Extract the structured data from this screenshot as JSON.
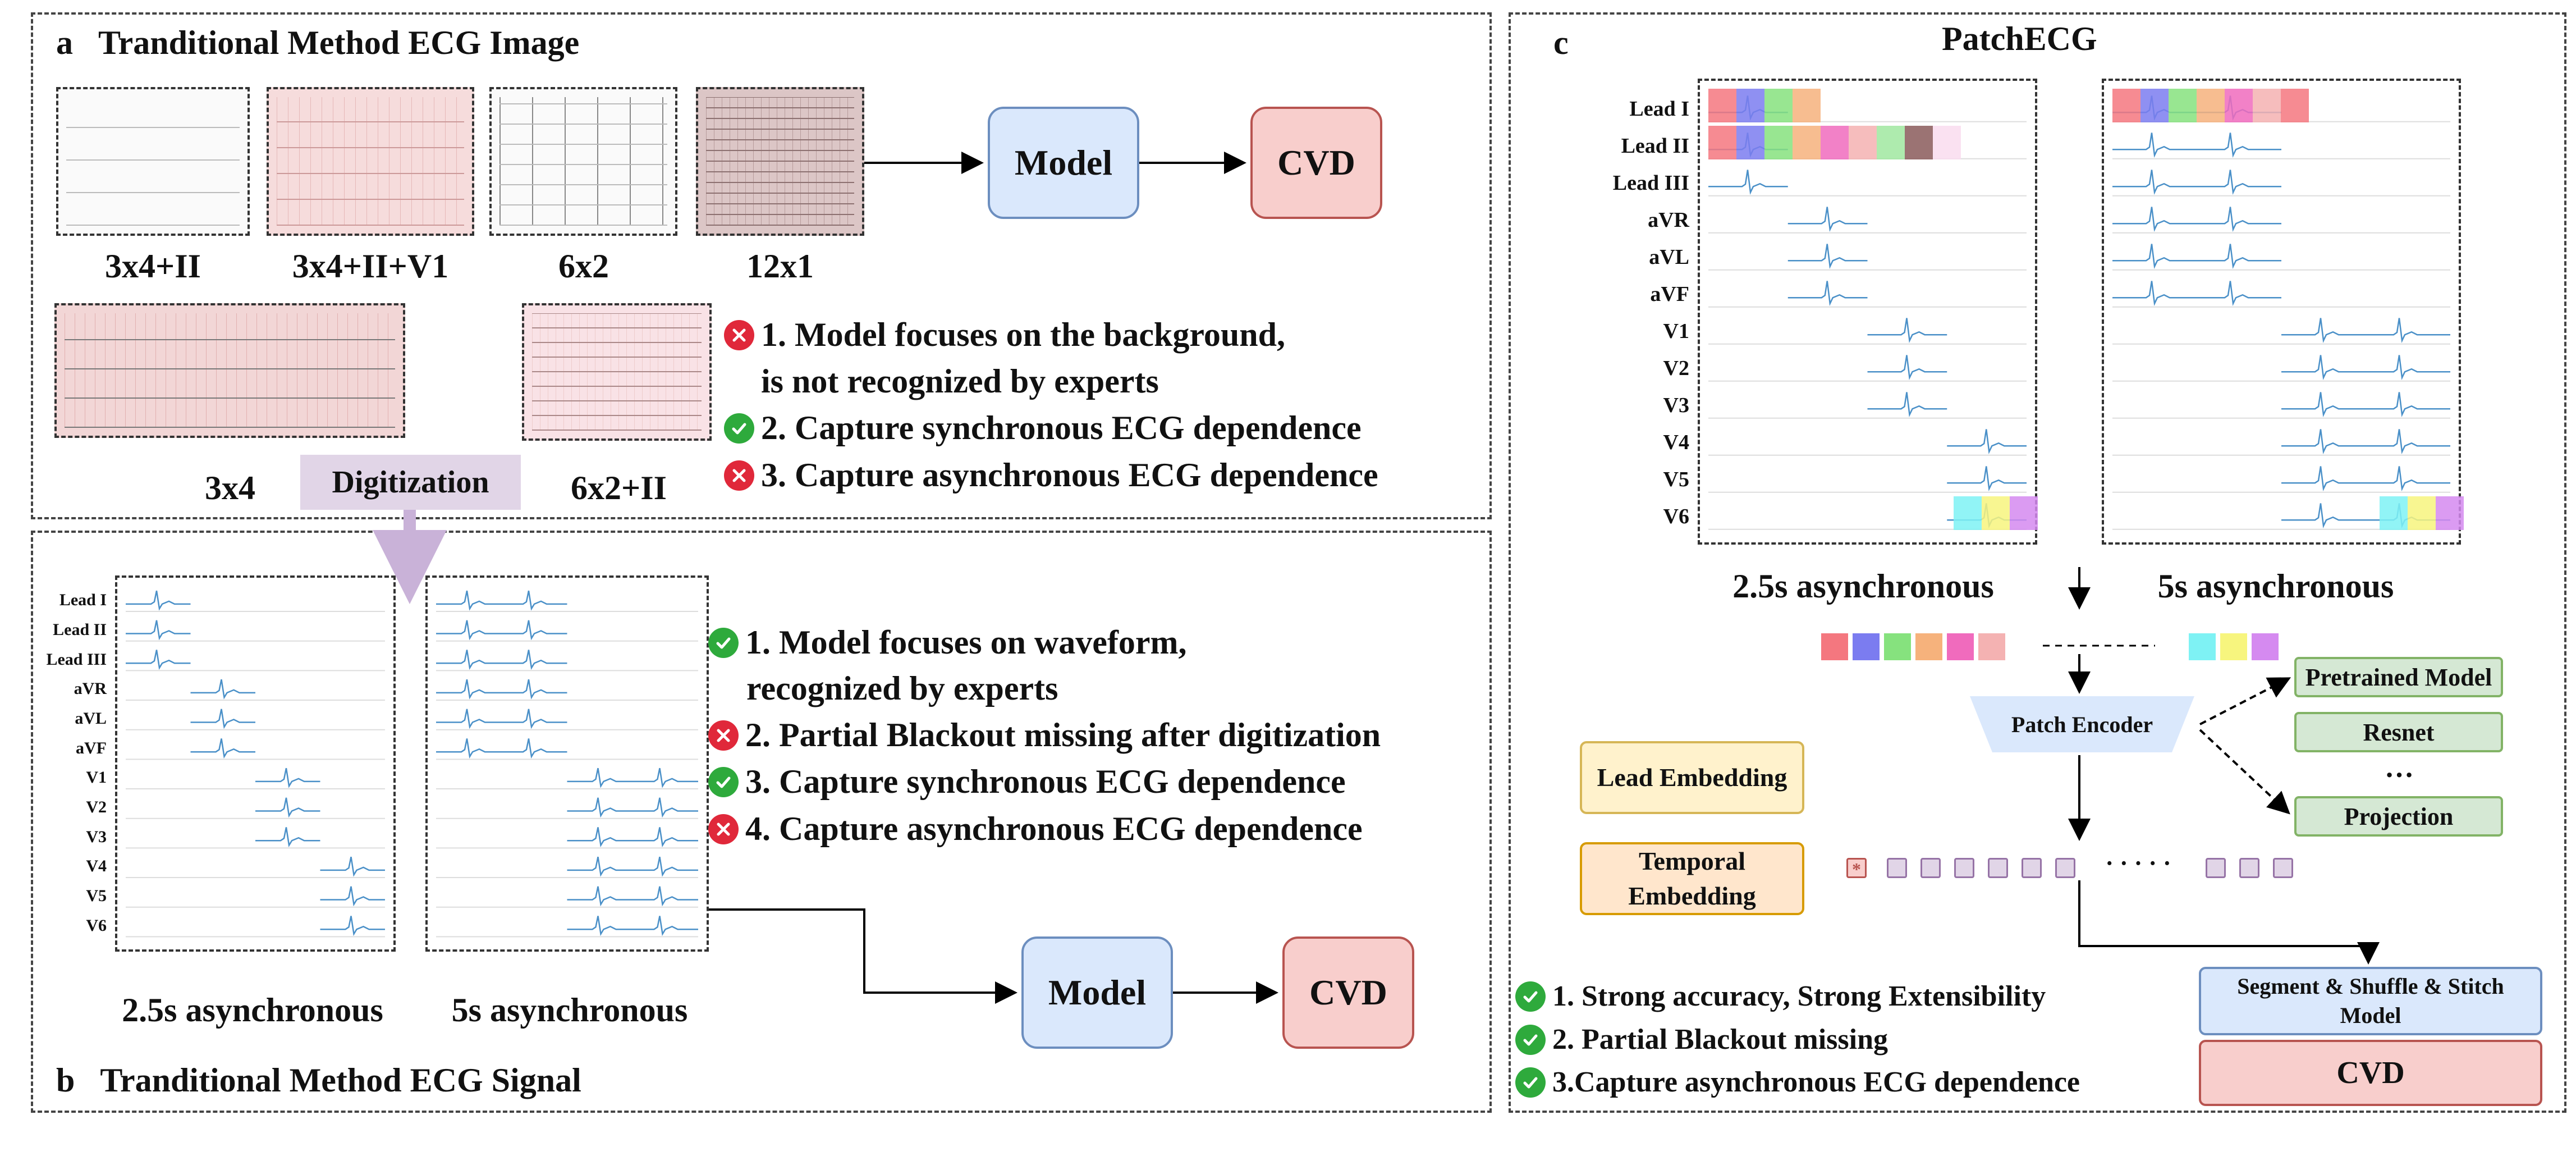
{
  "panel_a": {
    "letter": "a",
    "title": "Tranditional Method ECG Image",
    "thumb_labels": [
      "3x4+II",
      "3x4+II+V1",
      "6x2",
      "12x1",
      "3x4",
      "6x2+II"
    ],
    "model": "Model",
    "cvd": "CVD",
    "digitization": "Digitization",
    "points": [
      {
        "status": "bad",
        "text": "1. Model focuses on the background,"
      },
      {
        "status": "none",
        "text": "is not recognized by experts"
      },
      {
        "status": "good",
        "text": "2. Capture synchronous ECG dependence"
      },
      {
        "status": "bad",
        "text": "3. Capture asynchronous ECG dependence"
      }
    ]
  },
  "panel_b": {
    "letter": "b",
    "title": "Tranditional Method ECG Signal",
    "lead_names": [
      "Lead I",
      "Lead II",
      "Lead III",
      "aVR",
      "aVL",
      "aVF",
      "V1",
      "V2",
      "V3",
      "V4",
      "V5",
      "V6"
    ],
    "caption_25": "2.5s asynchronous",
    "caption_5": "5s asynchronous",
    "model": "Model",
    "cvd": "CVD",
    "points": [
      {
        "status": "good",
        "text": "1. Model focuses on waveform,"
      },
      {
        "status": "none",
        "text": "recognized by experts"
      },
      {
        "status": "bad",
        "text": "2. Partial Blackout missing after digitization"
      },
      {
        "status": "good",
        "text": "3. Capture synchronous ECG dependence"
      },
      {
        "status": "bad",
        "text": "4. Capture asynchronous ECG dependence"
      }
    ]
  },
  "panel_c": {
    "letter": "c",
    "title": "PatchECG",
    "lead_names": [
      "Lead I",
      "Lead II",
      "Lead III",
      "aVR",
      "aVL",
      "aVF",
      "V1",
      "V2",
      "V3",
      "V4",
      "V5",
      "V6"
    ],
    "caption_25": "2.5s asynchronous",
    "caption_5": "5s asynchronous",
    "patch_encoder": "Patch Encoder",
    "pretrained_model": "Pretrained Model",
    "resnet": "Resnet",
    "ellipsis": "…",
    "projection": "Projection",
    "lead_embedding": "Lead Embedding",
    "temporal_embedding": "Temporal Embedding",
    "cls_star": "*",
    "dots": "· · · · ·",
    "ssm": "Segment & Shuffle & Stitch Model",
    "cvd": "CVD",
    "points": [
      {
        "status": "good",
        "text": "1. Strong accuracy, Strong Extensibility"
      },
      {
        "status": "good",
        "text": "2. Partial Blackout missing"
      },
      {
        "status": "good",
        "text": "3.Capture asynchronous ECG dependence"
      }
    ]
  },
  "colors": {
    "model_fill": "#dae8fc",
    "cvd_fill": "#f8cecc",
    "digitization_fill": "#e1d5e7",
    "check": "#2eaa3c",
    "cross": "#e0283a",
    "ecg_trace": "#4a90c8",
    "patch_colors": [
      "#f4777f",
      "#7b7cf0",
      "#86e27e",
      "#f6b27c",
      "#f06bbd",
      "#f4b2b2"
    ],
    "patch_colors_end": [
      "#7ef2f4",
      "#f7f57e",
      "#d58af0"
    ]
  },
  "icons": {
    "check": "check-circle-icon",
    "cross": "cross-circle-icon"
  }
}
